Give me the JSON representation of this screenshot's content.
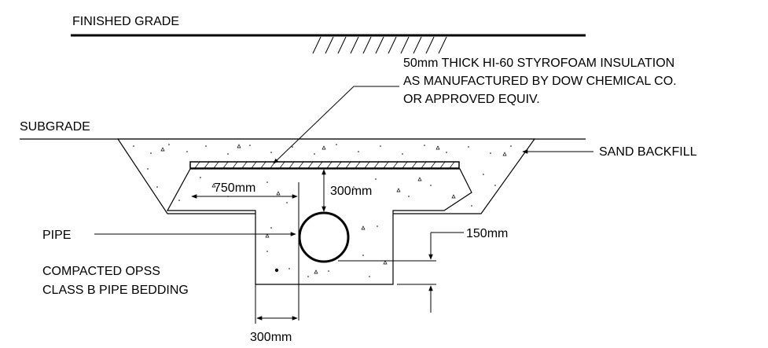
{
  "labels": {
    "finished_grade": "FINISHED GRADE",
    "insulation_line1": "50mm THICK HI-60 STYROFOAM INSULATION",
    "insulation_line2": "AS MANUFACTURED BY DOW CHEMICAL CO.",
    "insulation_line3": "OR APPROVED EQUIV.",
    "subgrade": "SUBGRADE",
    "sand_backfill": "SAND BACKFILL",
    "pipe": "PIPE",
    "bedding_line1": "COMPACTED OPSS",
    "bedding_line2": "CLASS B PIPE BEDDING"
  },
  "dimensions": {
    "insulation_overhang": "750mm",
    "cover_over_pipe": "300mm",
    "bedding_below_pipe": "150mm",
    "trench_half_width": "300mm"
  },
  "colors": {
    "line": "#000000",
    "background": "#ffffff"
  }
}
